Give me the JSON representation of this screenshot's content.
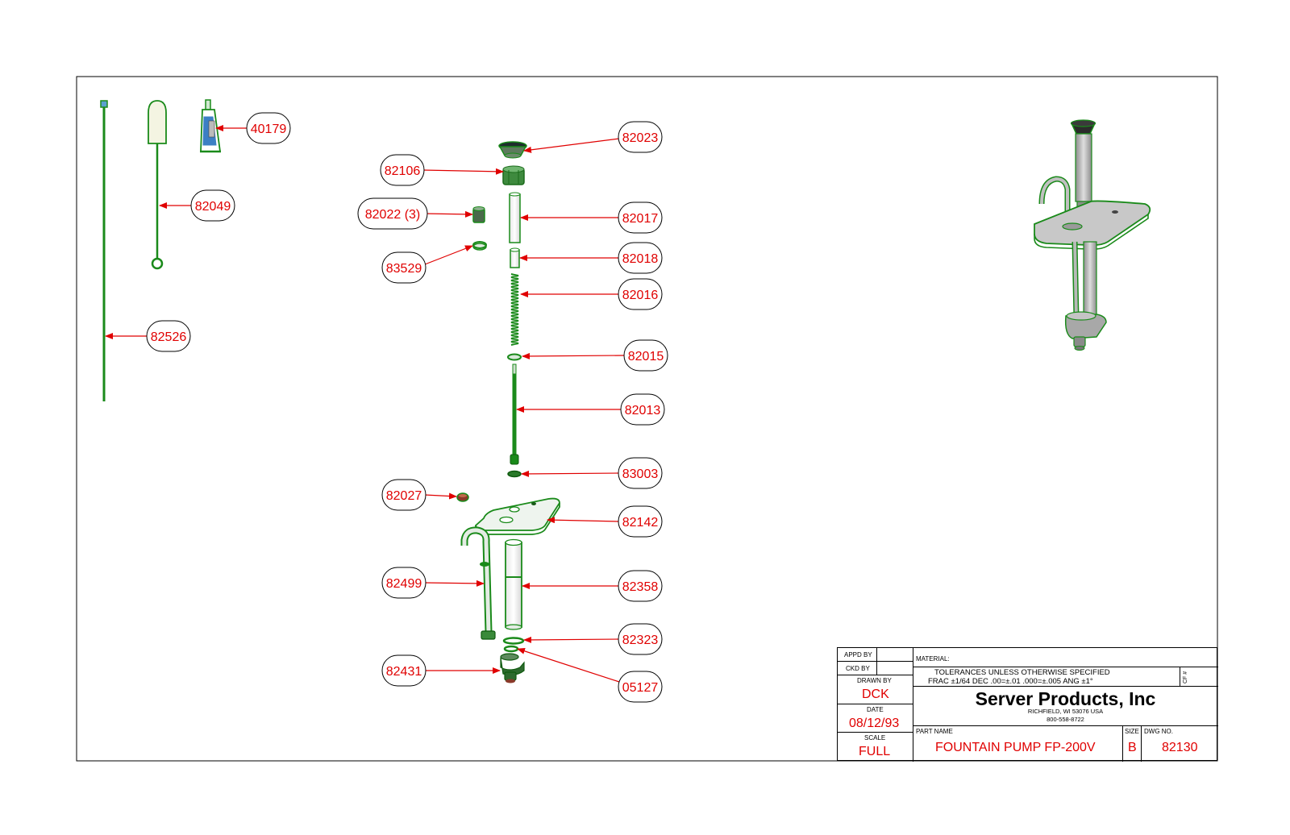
{
  "callouts": {
    "p40179": "40179",
    "p82049": "82049",
    "p82526": "82526",
    "p82023": "82023",
    "p82106": "82106",
    "p82022": "82022 (3)",
    "p82017": "82017",
    "p83529": "83529",
    "p82018": "82018",
    "p82016": "82016",
    "p82015": "82015",
    "p82013": "82013",
    "p83003": "83003",
    "p82027": "82027",
    "p82142": "82142",
    "p82499": "82499",
    "p82358": "82358",
    "p82323": "82323",
    "p82431": "82431",
    "p05127": "05127"
  },
  "title_block": {
    "appd_by_label": "APPD BY",
    "ckd_by_label": "CKD BY",
    "drawn_by_label": "DRAWN BY",
    "drawn_by_value": "DCK",
    "date_label": "DATE",
    "date_value": "08/12/93",
    "scale_label": "SCALE",
    "scale_value": "FULL",
    "material_label": "MATERIAL:",
    "tolerances_line1": "TOLERANCES UNLESS OTHERWISE SPECIFIED",
    "tolerances_line2": "FRAC ±1/64 DEC .00=±.01 .000=±.005 ANG ±1°",
    "cf_mark": "CF #",
    "company_name": "Server Products, Inc",
    "company_address": "RICHFIELD, WI 53076 USA",
    "company_phone": "800-558-8722",
    "part_name_label": "PART NAME",
    "part_name_value": "FOUNTAIN PUMP FP-200V",
    "size_label": "SIZE",
    "size_value": "B",
    "dwg_no_label": "DWG NO.",
    "dwg_no_value": "82130"
  },
  "colors": {
    "part_green": "#1a8a1a",
    "callout_red": "#e00000",
    "assembly_gray": "#9a9a9a"
  }
}
